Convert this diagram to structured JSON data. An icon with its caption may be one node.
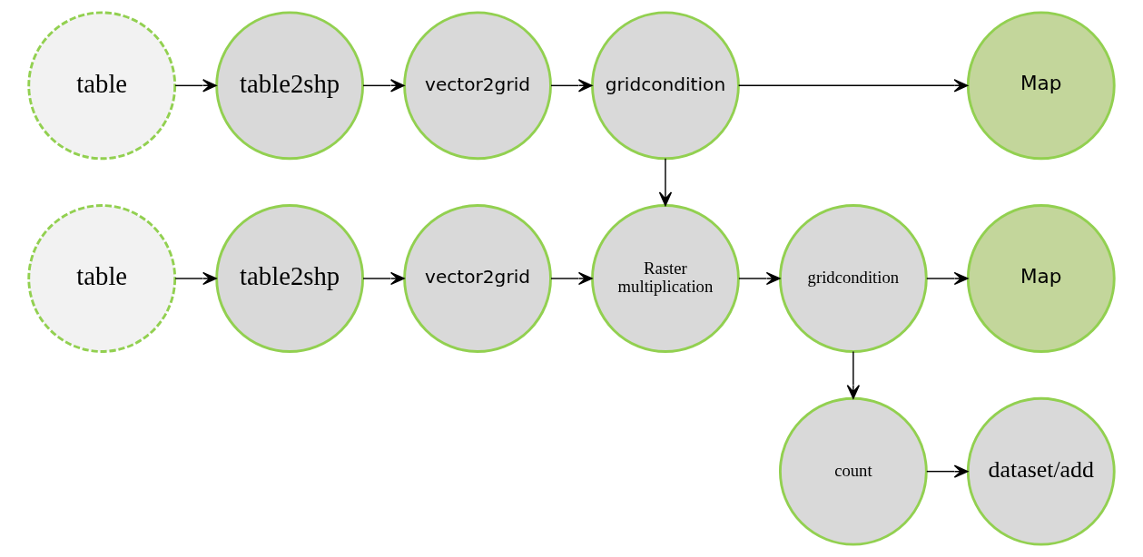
{
  "diagram": {
    "nodes": [
      {
        "text": [
          "table"
        ]
      },
      {
        "text": [
          "table2shp"
        ]
      },
      {
        "text": [
          "vector2grid"
        ]
      },
      {
        "text": [
          "gridcondition"
        ]
      },
      {
        "text": [
          "Map"
        ]
      },
      {
        "text": [
          "table"
        ]
      },
      {
        "text": [
          "table2shp"
        ]
      },
      {
        "text": [
          "vector2grid"
        ]
      },
      {
        "text": [
          "Raster multiplication"
        ]
      },
      {
        "text": [
          "gridcondition"
        ]
      },
      {
        "text": [
          "Map"
        ]
      },
      {
        "text": [
          "count"
        ]
      },
      {
        "text": [
          "dataset/add"
        ]
      }
    ],
    "edges": [
      {
        "from": 0,
        "to": 1,
        "arrow": "to"
      },
      {
        "from": 1,
        "to": 2,
        "arrow": "to"
      },
      {
        "from": 2,
        "to": 3,
        "arrow": "to"
      },
      {
        "from": 3,
        "to": 4,
        "arrow": "to"
      },
      {
        "from": 3,
        "to": 8,
        "arrow": "to"
      },
      {
        "from": 5,
        "to": 6,
        "arrow": "to"
      },
      {
        "from": 6,
        "to": 7,
        "arrow": "to"
      },
      {
        "from": 7,
        "to": 8,
        "arrow": "to"
      },
      {
        "from": 8,
        "to": 9,
        "arrow": "to"
      },
      {
        "from": 9,
        "to": 10,
        "arrow": "to"
      },
      {
        "from": 9,
        "to": 11,
        "arrow": "to"
      },
      {
        "from": 11,
        "to": 12,
        "arrow": "to"
      }
    ]
  }
}
